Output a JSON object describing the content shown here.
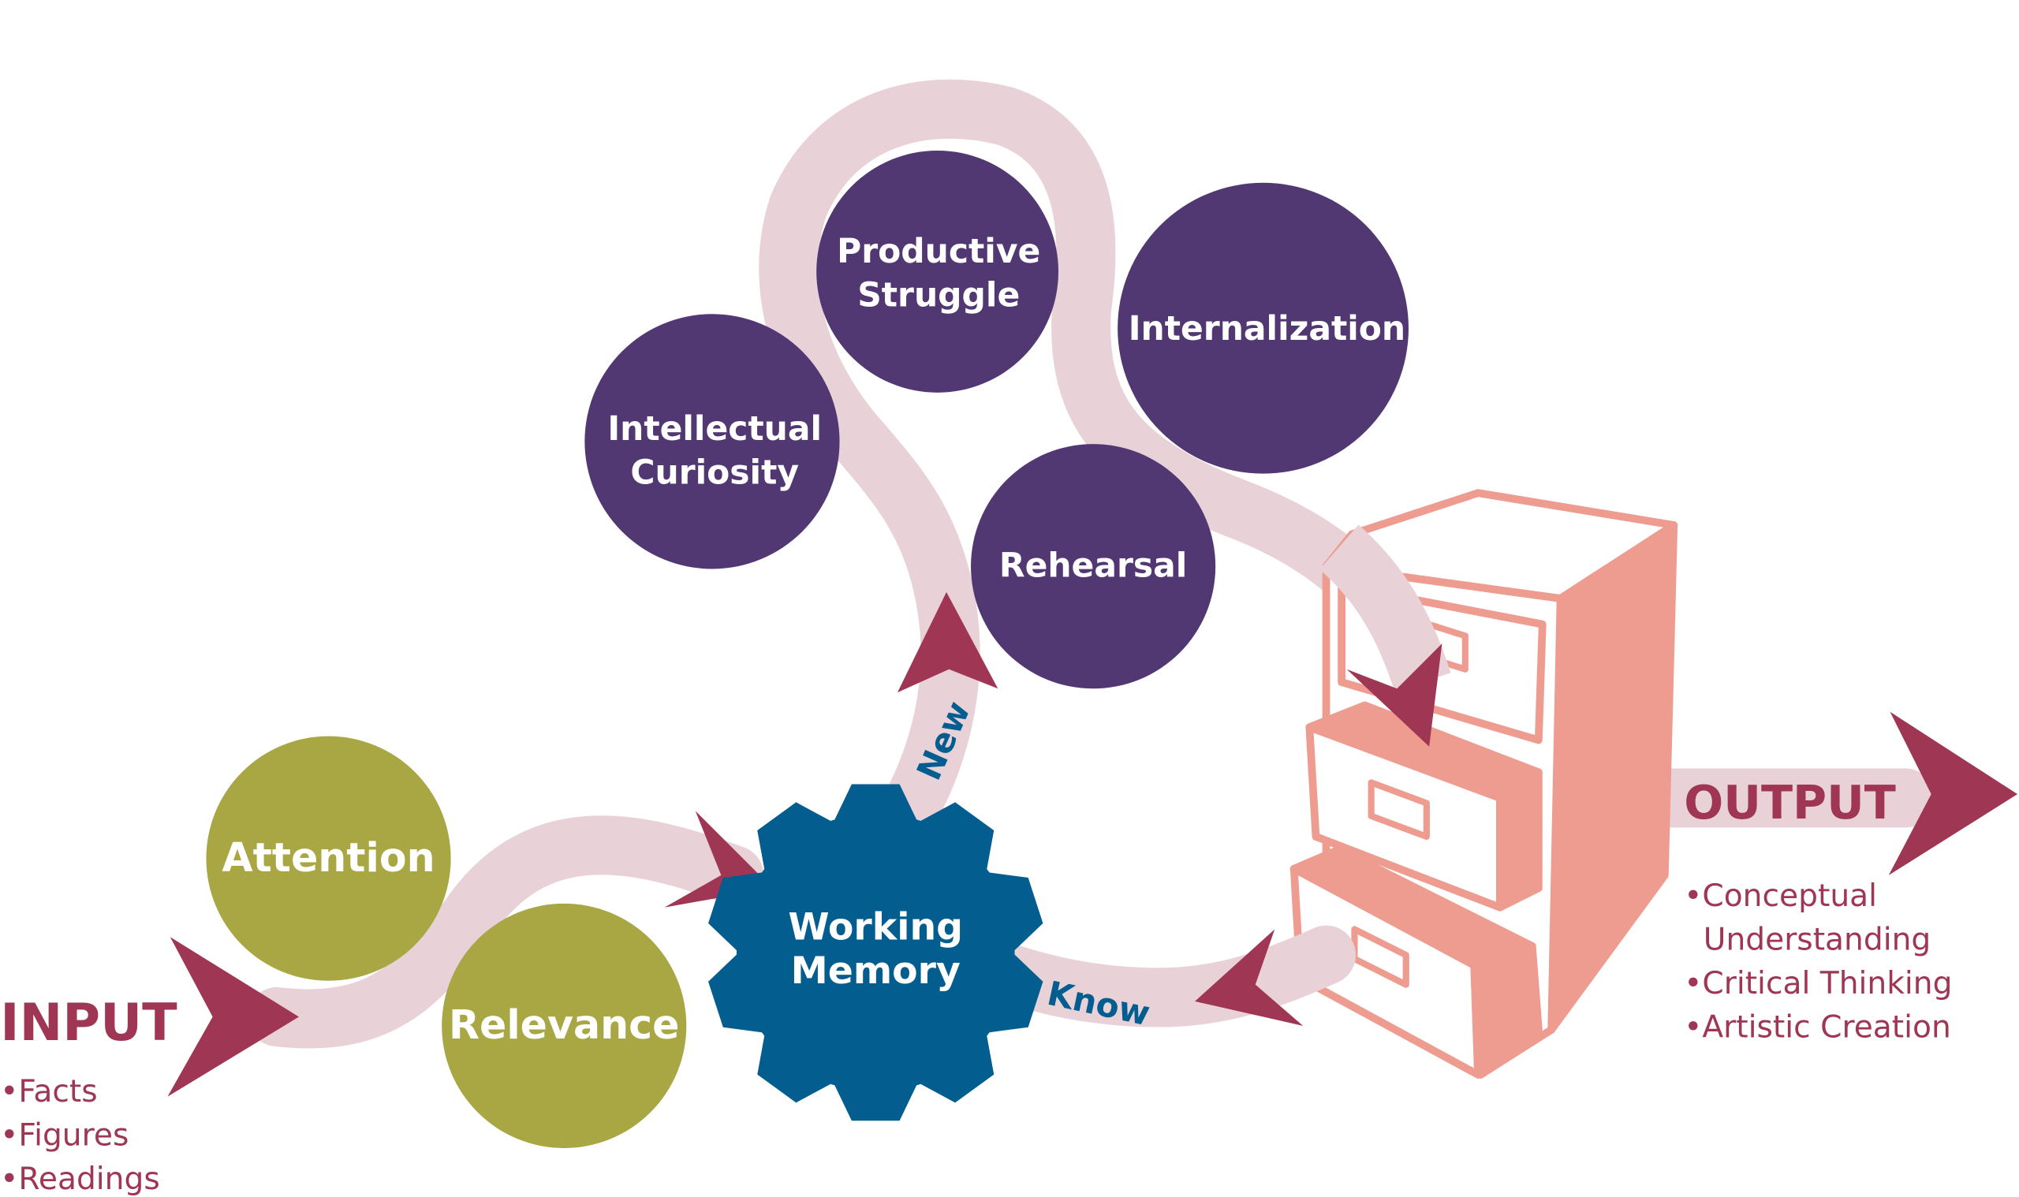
{
  "colors": {
    "purple": "#523873",
    "olive": "#a8a744",
    "gear": "#035e8f",
    "arrow": "#9e3654",
    "ribbon": "#e8d2d8",
    "cabinet": "#ee9b90"
  },
  "input": {
    "title": "INPUT",
    "items": [
      "•Facts",
      "•Figures",
      "•Readings"
    ]
  },
  "filters": {
    "attention": "Attention",
    "relevance": "Relevance"
  },
  "working_memory": {
    "line1": "Working",
    "line2": "Memory"
  },
  "paths": {
    "new": "New",
    "know": "Know"
  },
  "processes": {
    "intellectual_curiosity": [
      "Intellectual",
      "Curiosity"
    ],
    "productive_struggle": [
      "Productive",
      "Struggle"
    ],
    "internalization": "Internalization",
    "rehearsal": "Rehearsal"
  },
  "output": {
    "title": "OUTPUT",
    "items": [
      "•Conceptual",
      "Understanding",
      "•Critical Thinking",
      "•Artistic Creation"
    ]
  }
}
